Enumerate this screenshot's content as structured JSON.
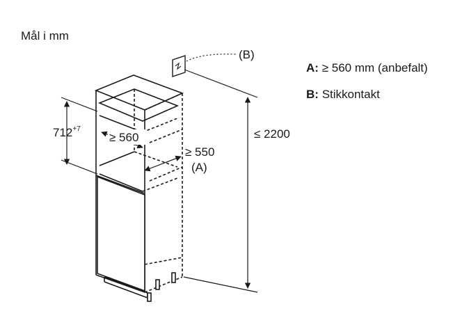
{
  "units_label": "Mål i mm",
  "dimensions": {
    "niche_height": "712",
    "niche_height_tolerance": "+7",
    "width": "≥ 560",
    "depth": "≥ 550",
    "depth_ref": "(A)",
    "total_height": "≤ 2200",
    "socket_ref": "(B)"
  },
  "legend": {
    "a_key": "A:",
    "a_text": "≥ 560 mm (anbefalt)",
    "b_key": "B:",
    "b_text": "Stikkontakt"
  }
}
